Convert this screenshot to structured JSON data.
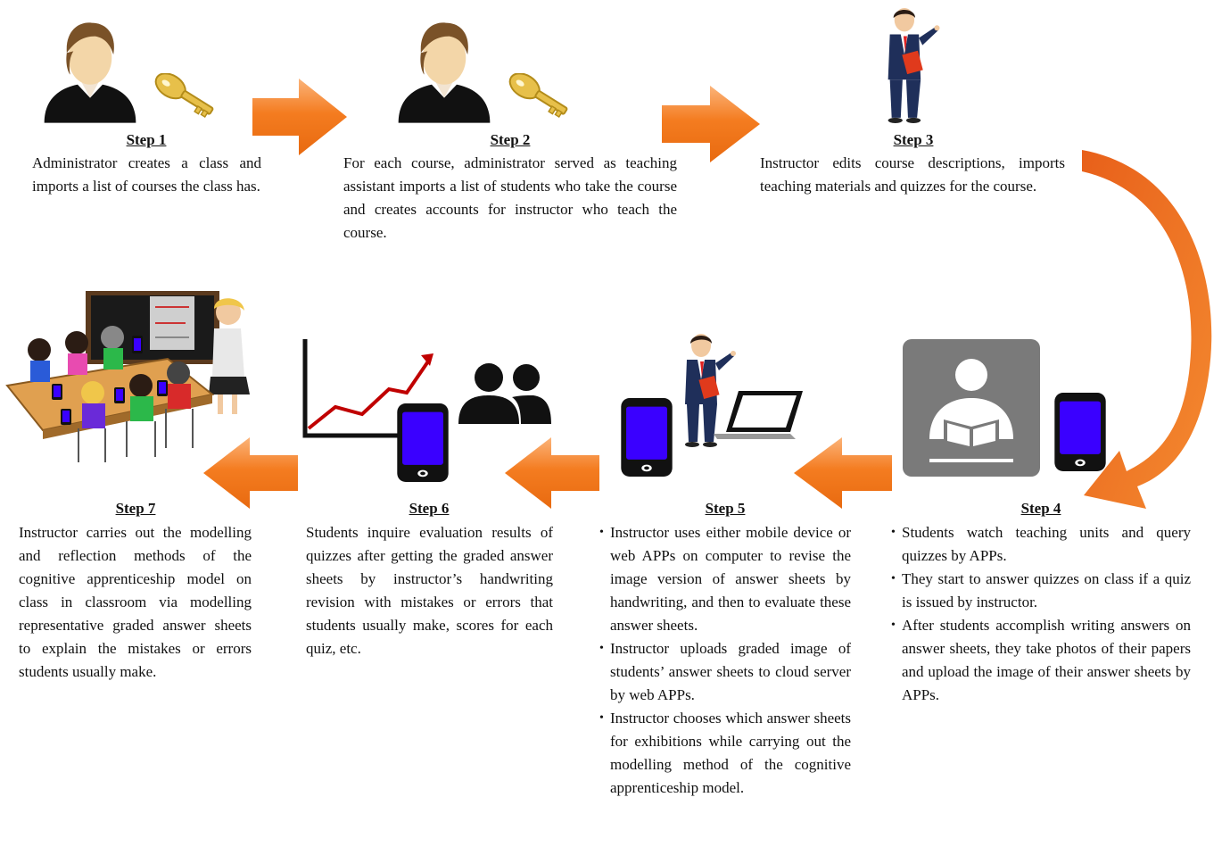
{
  "steps": {
    "s1": {
      "title": "Step 1",
      "text": "Administrator creates a class and imports a list of courses the class has."
    },
    "s2": {
      "title": "Step 2",
      "text": "For each course, administrator served as teaching assistant imports a list of students who take the course and creates accounts for instructor who teach the course."
    },
    "s3": {
      "title": "Step 3",
      "text": "Instructor edits course descriptions, imports teaching materials and quizzes for the course."
    },
    "s4": {
      "title": "Step 4",
      "bullets": [
        "Students watch teaching units and query quizzes by APPs.",
        "They start to answer quizzes on class if a quiz is issued by instructor.",
        "After students accomplish writing answers on answer sheets, they take photos of their papers and upload the image of their answer sheets by APPs."
      ]
    },
    "s5": {
      "title": "Step 5",
      "bullets": [
        "Instructor uses either mobile device or web APPs on computer to revise the image version of answer sheets by handwriting, and then to evaluate these answer sheets.",
        "Instructor uploads graded image of students’ answer sheets to cloud server by web APPs.",
        "Instructor chooses which answer sheets for exhibitions while carrying out the modelling method of the cognitive apprenticeship model."
      ]
    },
    "s6": {
      "title": "Step 6",
      "text": "Students inquire evaluation results of quizzes after getting the graded answer sheets by instructor’s handwriting revision with mistakes or errors that students usually make, scores for each quiz, etc."
    },
    "s7": {
      "title": "Step 7",
      "text": "Instructor carries out the modelling and reflection methods of the cognitive apprenticeship model on class in classroom via modelling representative graded answer sheets to explain the mistakes or errors students usually make."
    }
  },
  "icons": {
    "admin1": "administrator-avatar-icon",
    "key1": "key-icon",
    "admin2": "administrator-avatar-icon",
    "key2": "key-icon",
    "instructor3": "instructor-with-book-icon",
    "reader4": "reading-person-icon",
    "phone4": "smartphone-icon",
    "phone5": "smartphone-icon",
    "instructor5": "instructor-with-book-icon",
    "laptop5": "laptop-icon",
    "chart6": "line-chart-icon",
    "phone6": "smartphone-icon",
    "users6": "group-users-icon",
    "classroom7": "classroom-scene-icon"
  },
  "colors": {
    "arrow": "#f47c20",
    "arrow_light": "#fbb47a",
    "phone_screen": "#3a00ff",
    "reader_bg": "#7a7a7a",
    "chart_line": "#c00000"
  }
}
